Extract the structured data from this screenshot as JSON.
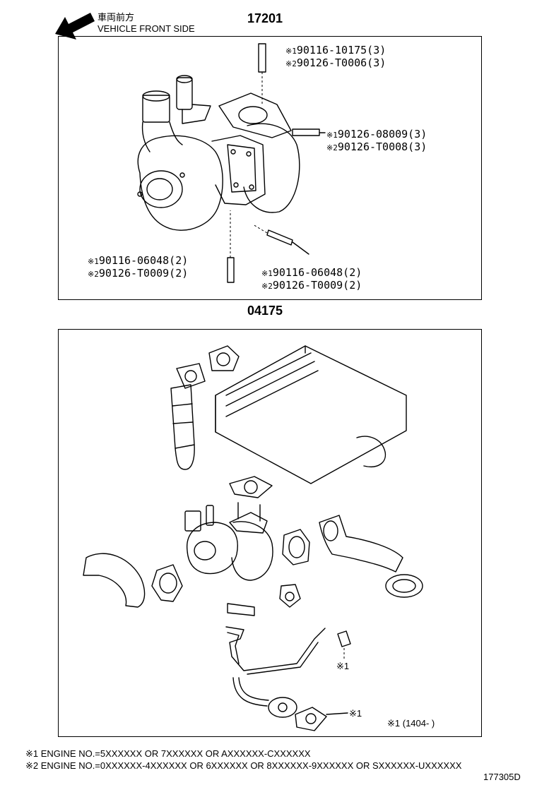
{
  "direction": {
    "label_jp": "車両前方",
    "label_en": "VEHICLE FRONT SIDE",
    "icon": "arrow-up-left-icon"
  },
  "top_section": {
    "part_number": "17201",
    "callouts": [
      {
        "lines": [
          {
            "mark": "※1",
            "text": "90116-10175(3)"
          },
          {
            "mark": "※2",
            "text": "90126-T0006(3)"
          }
        ]
      },
      {
        "lines": [
          {
            "mark": "※1",
            "text": "90126-08009(3)"
          },
          {
            "mark": "※2",
            "text": "90126-T0008(3)"
          }
        ]
      },
      {
        "lines": [
          {
            "mark": "※1",
            "text": "90116-06048(2)"
          },
          {
            "mark": "※2",
            "text": "90126-T0009(2)"
          }
        ]
      },
      {
        "lines": [
          {
            "mark": "※1",
            "text": "90116-06048(2)"
          },
          {
            "mark": "※2",
            "text": "90126-T0009(2)"
          }
        ]
      }
    ]
  },
  "bottom_section": {
    "part_number": "04175",
    "marks": [
      "※1",
      "※1"
    ],
    "date_note": "※1 (1404-     )"
  },
  "notes": [
    "※1 ENGINE NO.=5XXXXXX OR 7XXXXXX OR AXXXXXX-CXXXXXX",
    "※2 ENGINE NO.=0XXXXXX-4XXXXXX OR 6XXXXXX OR 8XXXXXX-9XXXXXX OR SXXXXXX-UXXXXXX"
  ],
  "diagram_id": "177305D"
}
